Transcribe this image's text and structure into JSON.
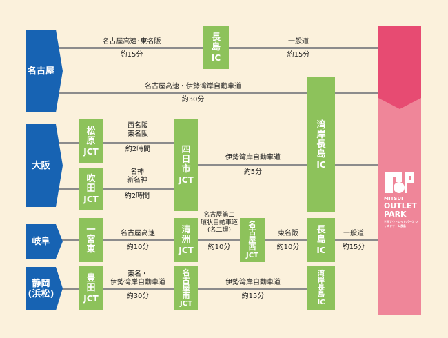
{
  "origins": {
    "nagoya": "名古屋",
    "osaka": "大阪",
    "gifu": "岐阜",
    "shizuoka": [
      "静岡",
      "(浜松)"
    ]
  },
  "nodes": {
    "nagashima_top": [
      "長",
      "島",
      "IC"
    ],
    "wangan_nagashima": [
      "湾",
      "岸",
      "長",
      "島",
      "IC"
    ],
    "matsubara": [
      "松",
      "原",
      "JCT"
    ],
    "suita": [
      "吹",
      "田",
      "JCT"
    ],
    "yokkaichi": [
      "四",
      "日",
      "市",
      "JCT"
    ],
    "ichinomiya": [
      "一",
      "宮",
      "東"
    ],
    "kiyosu": [
      "清",
      "洲",
      "JCT"
    ],
    "nagoya_nishi": [
      "名",
      "古",
      "屋",
      "西",
      "JCT"
    ],
    "nagashima_gifu": [
      "長",
      "島",
      "IC"
    ],
    "toyota": [
      "豊",
      "田",
      "JCT"
    ],
    "nagoya_minami": [
      "名",
      "古",
      "屋",
      "南",
      "JCT"
    ],
    "wangan_nagashima_bottom": [
      "湾",
      "岸",
      "長",
      "島",
      "IC"
    ]
  },
  "routes": {
    "r1_road": "名古屋高速･東名阪",
    "r1_time": "約15分",
    "r1b_road": "一般道",
    "r1b_time": "約15分",
    "r2_road": "名古屋高速・伊勢湾岸自動車道",
    "r2_time": "約30分",
    "osaka_a_road": [
      "西名阪",
      "東名阪"
    ],
    "osaka_a_time": "約2時間",
    "osaka_b_road": [
      "名神",
      "新名神"
    ],
    "osaka_b_time": "約2時間",
    "osaka_c_road": "伊勢湾岸自動車道",
    "osaka_c_time": "約5分",
    "gifu_a_road": "名古屋高速",
    "gifu_a_time": "約10分",
    "gifu_b_road": [
      "名古屋第二",
      "環状自動車道",
      "(名二環)"
    ],
    "gifu_b_time": "約10分",
    "gifu_c_road": "東名阪",
    "gifu_c_time": "約10分",
    "gifu_d_road": "一般道",
    "gifu_d_time": "約15分",
    "shiz_a_road": [
      "東名・",
      "伊勢湾岸自動車道"
    ],
    "shiz_a_time": "約30分",
    "shiz_b_road": "伊勢湾岸自動車道",
    "shiz_b_time": "約15分"
  },
  "destination": {
    "logo_text": [
      "MITSUI",
      "OUTLET",
      "PARK"
    ],
    "subtitle": "三井アウトレットパーク ジャズドリーム長島"
  },
  "colors": {
    "origin_blue": "#1763b3",
    "node_green": "#8dc25b",
    "dest_pink": "#ef8699",
    "dest_top_pink": "#e74b72",
    "line_gray": "#8c8c8c",
    "background": "#fbf1dc"
  }
}
